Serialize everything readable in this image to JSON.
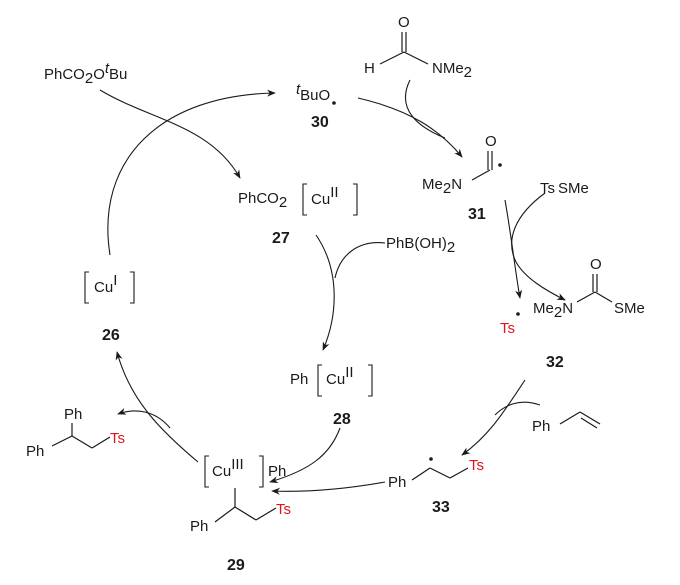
{
  "reagents": {
    "peroxide": {
      "a": "PhCO",
      "b": "2",
      "c": "O",
      "d": "t",
      "e": "Bu"
    },
    "formamide": {
      "h": "H",
      "o": "O",
      "n": "NMe",
      "sub": "2"
    },
    "boronic": {
      "a": "PhB(OH)",
      "b": "2"
    },
    "tsSMe": {
      "ts": "Ts",
      "sme": "SMe"
    },
    "styrene": {
      "ph": "Ph"
    }
  },
  "species": {
    "c26": {
      "label": "26",
      "cu": "Cu",
      "ox": "I"
    },
    "c27": {
      "label": "27",
      "pre": "PhCO",
      "sub": "2",
      "cu": "Cu",
      "ox": "II"
    },
    "c28": {
      "label": "28",
      "pre": "Ph",
      "cu": "Cu",
      "ox": "II"
    },
    "c29": {
      "label": "29",
      "cu": "Cu",
      "ox": "III",
      "post": "Ph",
      "ph": "Ph",
      "ts": "Ts"
    },
    "c30": {
      "label": "30",
      "t": "t",
      "buo": "BuO"
    },
    "c31": {
      "label": "31",
      "me": "Me",
      "sub": "2",
      "n": "N",
      "o": "O"
    },
    "c32": {
      "label": "32",
      "ts": "Ts",
      "me": "Me",
      "sub": "2",
      "n": "N",
      "o": "O",
      "sme": "SMe"
    },
    "c33": {
      "label": "33",
      "ph": "Ph",
      "ts": "Ts"
    },
    "product": {
      "ph1": "Ph",
      "ph2": "Ph",
      "ts": "Ts"
    }
  },
  "colors": {
    "ts": "#e0141e",
    "ink": "#1a1a1a"
  }
}
